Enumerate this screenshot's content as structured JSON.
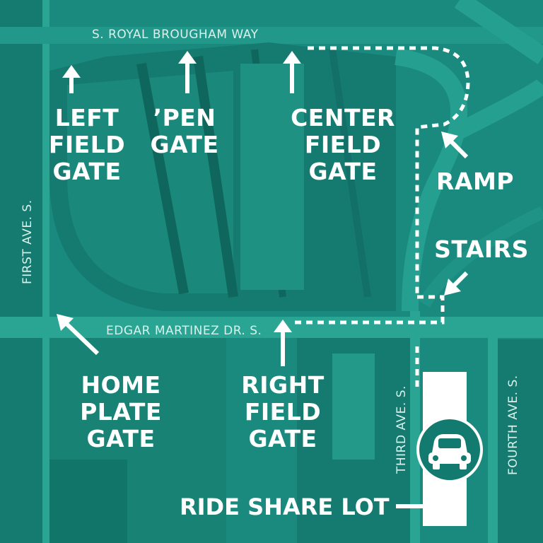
{
  "colors": {
    "base": "#1b8a7e",
    "dark": "#0f6d63",
    "light": "#2aa594",
    "text": "#ffffff",
    "street_text": "#d8f1ec",
    "lot": "#ffffff"
  },
  "streets": {
    "top": "S. ROYAL BROUGHAM WAY",
    "bottom": "EDGAR MARTINEZ DR. S.",
    "left": "FIRST AVE. S.",
    "third": "THIRD AVE. S.",
    "fourth": "FOURTH AVE. S."
  },
  "gates": {
    "left_field": [
      "LEFT",
      "FIELD",
      "GATE"
    ],
    "pen": [
      "’PEN",
      "GATE"
    ],
    "center_field": [
      "CENTER",
      "FIELD",
      "GATE"
    ],
    "home_plate": [
      "HOME",
      "PLATE",
      "GATE"
    ],
    "right_field": [
      "RIGHT",
      "FIELD",
      "GATE"
    ]
  },
  "features": {
    "ramp": "RAMP",
    "stairs": "STAIRS",
    "ride_share": "RIDE SHARE LOT"
  },
  "icons": [
    "arrow-up-icon",
    "arrow-diagonal-icon",
    "arrow-right-icon",
    "car-icon"
  ]
}
